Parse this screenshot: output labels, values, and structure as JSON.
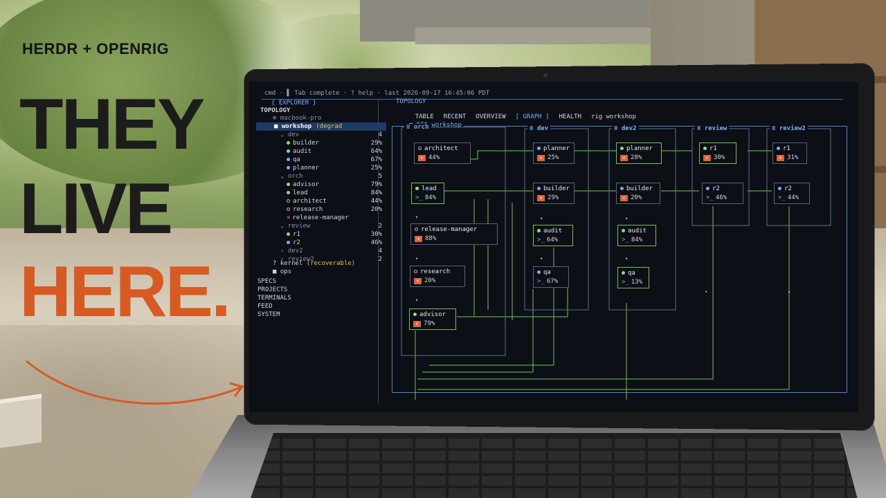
{
  "brand": "HERDR + OPENRIG",
  "headline": [
    "THEY",
    "LIVE",
    "HERE."
  ],
  "colors": {
    "accent": "#d75a23",
    "active_blue": "#7bb0ff",
    "ok_green": "#74c45a",
    "alert_red": "#e0643c"
  },
  "topbar": {
    "text": "cmd · ▌ Tab complete · ? help · last 2026-09-17 16:45:06 PDT"
  },
  "explorer": {
    "title": "{ EXPLORER }",
    "root": "TOPOLOGY",
    "host": "⊕ macbook-pro",
    "rows": [
      {
        "label": "workshop",
        "extra": "(degrad",
        "indent": 2,
        "icon": "square",
        "selected": true
      },
      {
        "label": "dev",
        "count": "4",
        "indent": 3,
        "icon": "chev"
      },
      {
        "label": "builder",
        "count": "29%",
        "indent": 4,
        "icon": "g"
      },
      {
        "label": "audit",
        "count": "64%",
        "indent": 4,
        "icon": "g"
      },
      {
        "label": "qa",
        "count": "67%",
        "indent": 4,
        "icon": "b"
      },
      {
        "label": "planner",
        "count": "25%",
        "indent": 4,
        "icon": "b"
      },
      {
        "label": "orch",
        "count": "5",
        "indent": 3,
        "icon": "chev"
      },
      {
        "label": "advisor",
        "count": "79%",
        "indent": 4,
        "icon": "g"
      },
      {
        "label": "lead",
        "count": "84%",
        "indent": 4,
        "icon": "g"
      },
      {
        "label": "architect",
        "count": "44%",
        "indent": 4,
        "icon": "o"
      },
      {
        "label": "research",
        "count": "20%",
        "indent": 4,
        "icon": "o"
      },
      {
        "label": "release-manager",
        "count": "",
        "indent": 4,
        "icon": "x"
      },
      {
        "label": "review",
        "count": "2",
        "indent": 3,
        "icon": "chev"
      },
      {
        "label": "r1",
        "count": "30%",
        "indent": 4,
        "icon": "g"
      },
      {
        "label": "r2",
        "count": "46%",
        "indent": 4,
        "icon": "b"
      },
      {
        "label": "dev2",
        "count": "4",
        "indent": 3,
        "icon": "chevr"
      },
      {
        "label": "review2",
        "count": "2",
        "indent": 3,
        "icon": "chevr"
      }
    ],
    "kernel": {
      "label": "? kernel",
      "status": "(recoverable)"
    },
    "ops": "■ ops",
    "sections": [
      "SPECS",
      "PROJECTS",
      "TERMINALS",
      "FEED",
      "SYSTEM"
    ]
  },
  "topology": {
    "title": "TOPOLOGY",
    "tabs": [
      "TABLE",
      "RECENT",
      "OVERVIEW",
      "[ GRAPH ]",
      "HEALTH",
      "rig workshop"
    ],
    "active_tab": "[ GRAPH ]",
    "rig_title": "■ RIG workshop",
    "groups": [
      {
        "title": "≡ orch"
      },
      {
        "title": "≡ dev"
      },
      {
        "title": "≡ dev2"
      },
      {
        "title": "≡ review"
      },
      {
        "title": "≡ review2"
      }
    ],
    "nodes": {
      "architect": {
        "name": "architect",
        "pct": "44%",
        "icon": "o",
        "mode": "x"
      },
      "lead": {
        "name": "lead",
        "pct": "84%",
        "icon": "g",
        "mode": "prompt"
      },
      "release_manager": {
        "name": "release-manager",
        "pct": "88%",
        "icon": "o",
        "mode": "x"
      },
      "research": {
        "name": "research",
        "pct": "20%",
        "icon": "o",
        "mode": "x"
      },
      "advisor": {
        "name": "advisor",
        "pct": "79%",
        "icon": "g",
        "mode": "x"
      },
      "dev_planner": {
        "name": "planner",
        "pct": "25%",
        "icon": "b",
        "mode": "x"
      },
      "dev_builder": {
        "name": "builder",
        "pct": "29%",
        "icon": "b",
        "mode": "x"
      },
      "dev_audit": {
        "name": "audit",
        "pct": "64%",
        "icon": "g",
        "mode": "prompt"
      },
      "dev_qa": {
        "name": "qa",
        "pct": "67%",
        "icon": "b",
        "mode": "prompt"
      },
      "dev2_planner": {
        "name": "planner",
        "pct": "28%",
        "icon": "g",
        "mode": "x"
      },
      "dev2_builder": {
        "name": "builder",
        "pct": "20%",
        "icon": "b",
        "mode": "x"
      },
      "dev2_audit": {
        "name": "audit",
        "pct": "84%",
        "icon": "g",
        "mode": "prompt"
      },
      "dev2_qa": {
        "name": "qa",
        "pct": "13%",
        "icon": "g",
        "mode": "prompt"
      },
      "r1": {
        "name": "r1",
        "pct": "30%",
        "icon": "g",
        "mode": "x"
      },
      "r2": {
        "name": "r2",
        "pct": "46%",
        "icon": "b",
        "mode": "prompt"
      },
      "r2_1": {
        "name": "r1",
        "pct": "31%",
        "icon": "b",
        "mode": "x"
      },
      "r2_2": {
        "name": "r2",
        "pct": "44%",
        "icon": "b",
        "mode": "prompt"
      }
    }
  }
}
